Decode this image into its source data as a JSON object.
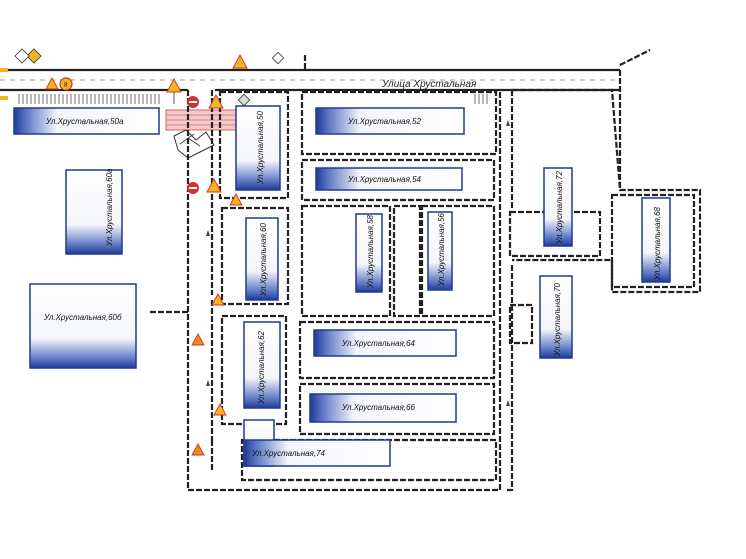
{
  "street_name": "Улица Хрустальная",
  "colors": {
    "building_dark": "#1f3a93",
    "building_light": "#ffffff",
    "road": "#222222",
    "sign_red": "#d3302c",
    "sign_yellow": "#f3b51c",
    "sign_orange": "#f08a1c"
  },
  "buildings": [
    {
      "id": "b50a",
      "label": "Ул.Хрустальная,50а",
      "orientation": "horizontal"
    },
    {
      "id": "b50",
      "label": "Ул.Хрустальная,50",
      "orientation": "vertical"
    },
    {
      "id": "b52",
      "label": "Ул.Хрустальная,52",
      "orientation": "horizontal"
    },
    {
      "id": "b54",
      "label": "Ул.Хрустальная,54",
      "orientation": "horizontal"
    },
    {
      "id": "b60a",
      "label": "Ул.Хрустальная,60а",
      "orientation": "vertical"
    },
    {
      "id": "b60",
      "label": "Ул.Хрустальная,60",
      "orientation": "vertical"
    },
    {
      "id": "b58",
      "label": "Ул.Хрустальная,58",
      "orientation": "vertical"
    },
    {
      "id": "b56",
      "label": "Ул.Хрустальная,56",
      "orientation": "vertical"
    },
    {
      "id": "b72",
      "label": "Ул.Хрустальная,72",
      "orientation": "vertical"
    },
    {
      "id": "b68",
      "label": "Ул.Хрустальная,68",
      "orientation": "vertical"
    },
    {
      "id": "b60b",
      "label": "Ул.Хрустальная,60б",
      "orientation": "horizontal"
    },
    {
      "id": "b70",
      "label": "Ул.Хрустальная,70",
      "orientation": "vertical"
    },
    {
      "id": "b62",
      "label": "Ул.Хрустальная,62",
      "orientation": "vertical"
    },
    {
      "id": "b64",
      "label": "Ул.Хрустальная,64",
      "orientation": "horizontal"
    },
    {
      "id": "b66",
      "label": "Ул.Хрустальная,66",
      "orientation": "horizontal"
    },
    {
      "id": "b74",
      "label": "Ул.Хрустальная,74",
      "orientation": "horizontal"
    }
  ],
  "signs": [
    {
      "id": "s1",
      "type": "warning-triangle",
      "code": "1.25"
    },
    {
      "id": "s2",
      "type": "warning-triangle",
      "code": "1.25"
    },
    {
      "id": "s3",
      "type": "warning-triangle",
      "code": "1.25"
    },
    {
      "id": "s4",
      "type": "no-entry",
      "code": "3.1"
    },
    {
      "id": "s5",
      "type": "no-entry",
      "code": "3.1"
    },
    {
      "id": "s6",
      "type": "speed-limit",
      "code": "3.24"
    },
    {
      "id": "s7",
      "type": "warning-triangle",
      "code": "1.25"
    },
    {
      "id": "s8",
      "type": "warning-triangle",
      "code": "1.25"
    },
    {
      "id": "s9",
      "type": "warning-triangle",
      "code": "1.25"
    },
    {
      "id": "s10",
      "type": "warning-triangle",
      "code": "1.25"
    },
    {
      "id": "s11",
      "type": "priority-diamond",
      "code": "2.1"
    },
    {
      "id": "s12",
      "type": "priority-diamond",
      "code": "2.1"
    }
  ]
}
